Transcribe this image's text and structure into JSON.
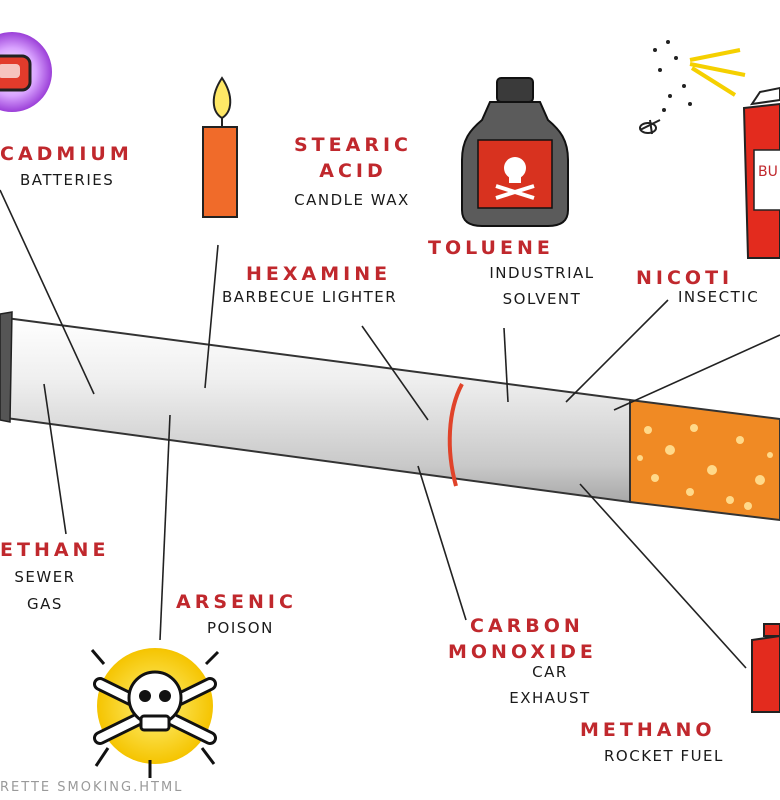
{
  "labels": {
    "cadmium": {
      "name": "CADMIUM",
      "use": "BATTERIES"
    },
    "stearic": {
      "name_line1": "STEARIC",
      "name_line2": "ACID",
      "use": "CANDLE WAX"
    },
    "toluene": {
      "name": "TOLUENE",
      "use_line1": "INDUSTRIAL",
      "use_line2": "SOLVENT"
    },
    "hexamine": {
      "name": "HEXAMINE",
      "use": "BARBECUE LIGHTER"
    },
    "nicotine": {
      "name": "NICOTI",
      "use": "INSECTIC"
    },
    "methane": {
      "name": "ETHANE",
      "use_line1": "SEWER",
      "use_line2": "GAS"
    },
    "arsenic": {
      "name": "ARSENIC",
      "use": "POISON"
    },
    "carbon": {
      "name_line1": "CARBON",
      "name_line2": "MONOXIDE",
      "use_line1": "CAR",
      "use_line2": "EXHAUST"
    },
    "methanol": {
      "name": "METHANO",
      "use": "ROCKET FUEL"
    }
  },
  "footer": "RETTE SMOKING.HTML",
  "spray_can_text": "BU",
  "colors": {
    "label_red": "#c0282d",
    "filter_orange": "#f08a24",
    "paper": "#eeeeee"
  }
}
